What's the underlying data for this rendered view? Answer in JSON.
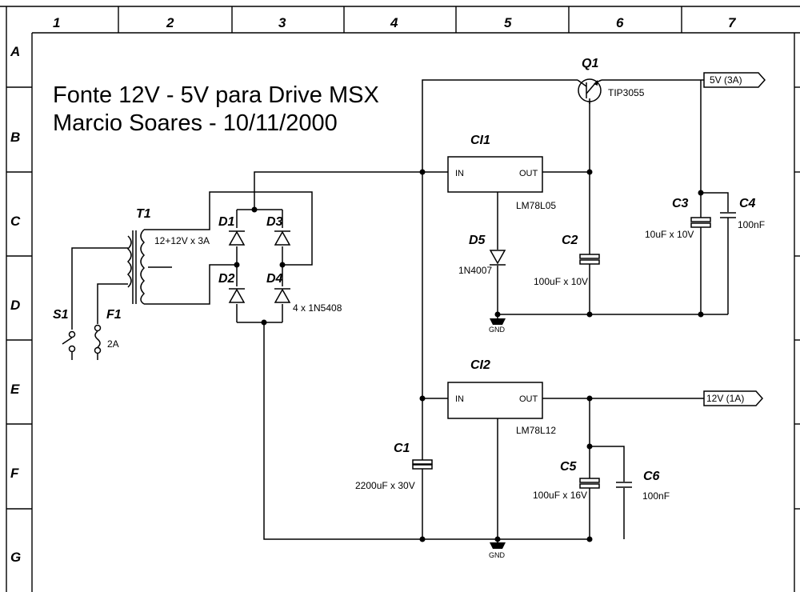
{
  "title": {
    "line1": "Fonte 12V - 5V para Drive MSX",
    "line2": "Marcio Soares - 10/11/2000"
  },
  "grid": {
    "columns": [
      "1",
      "2",
      "3",
      "4",
      "5",
      "6",
      "7"
    ],
    "rows": [
      "A",
      "B",
      "C",
      "D",
      "E",
      "F",
      "G"
    ]
  },
  "components": {
    "t1": {
      "ref": "T1",
      "value": "12+12V x 3A"
    },
    "d1": {
      "ref": "D1"
    },
    "d2": {
      "ref": "D2"
    },
    "d3": {
      "ref": "D3"
    },
    "d4": {
      "ref": "D4"
    },
    "bridge": {
      "value": "4 x 1N5408"
    },
    "s1": {
      "ref": "S1"
    },
    "f1": {
      "ref": "F1",
      "value": "2A"
    },
    "q1": {
      "ref": "Q1",
      "value": "TIP3055"
    },
    "ci1": {
      "ref": "CI1",
      "value": "LM78L05",
      "pin_in": "IN",
      "pin_out": "OUT"
    },
    "ci2": {
      "ref": "CI2",
      "value": "LM78L12",
      "pin_in": "IN",
      "pin_out": "OUT"
    },
    "d5": {
      "ref": "D5",
      "value": "1N4007"
    },
    "c1": {
      "ref": "C1",
      "value": "2200uF x 30V"
    },
    "c2": {
      "ref": "C2",
      "value": "100uF x 10V"
    },
    "c3": {
      "ref": "C3",
      "value": "10uF x 10V"
    },
    "c4": {
      "ref": "C4",
      "value": "100nF"
    },
    "c5": {
      "ref": "C5",
      "value": "100uF x 16V"
    },
    "c6": {
      "ref": "C6",
      "value": "100nF"
    }
  },
  "outputs": {
    "out5": "5V (3A)",
    "out12": "12V (1A)"
  },
  "ground": {
    "gnd1": "GND",
    "gnd2": "GND"
  }
}
